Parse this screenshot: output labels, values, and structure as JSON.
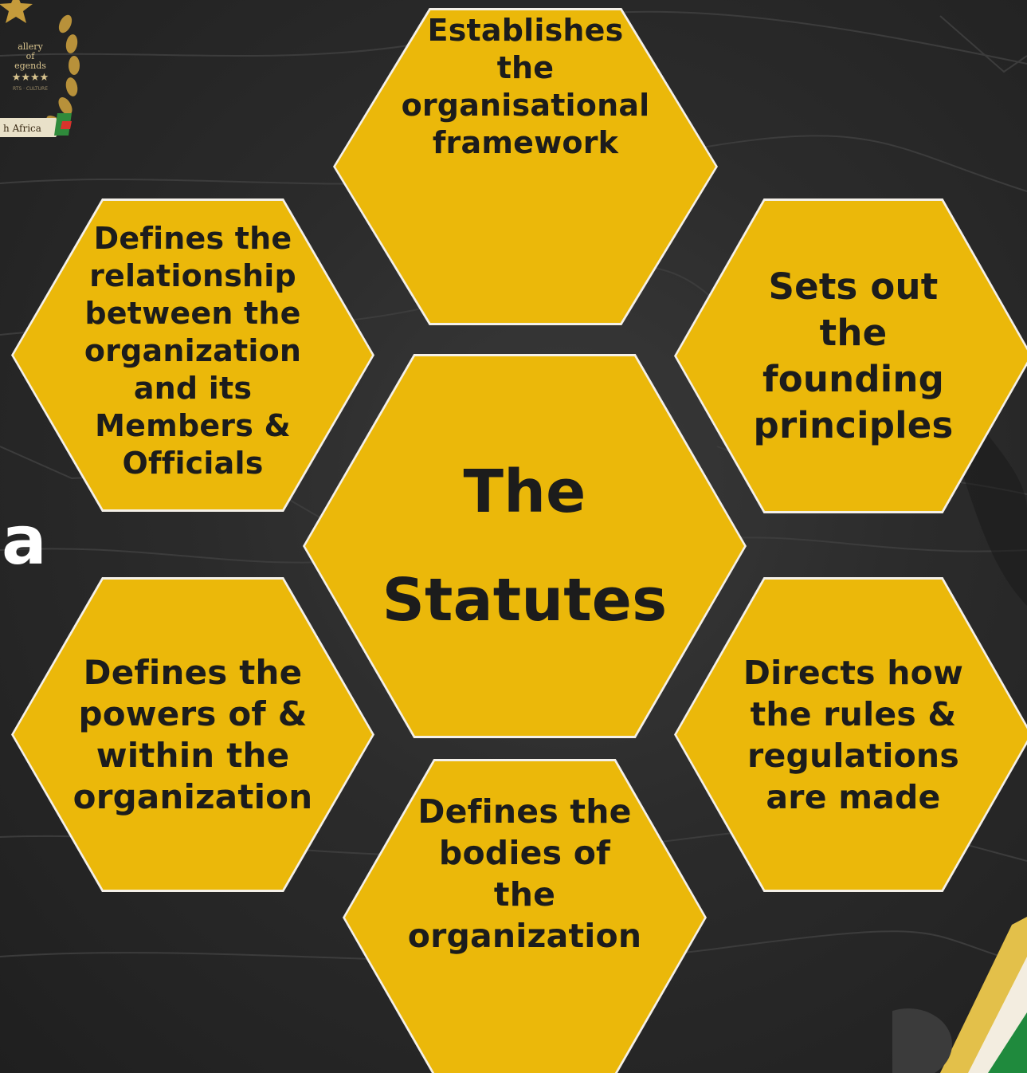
{
  "background": {
    "logo": {
      "lines": [
        "allery",
        "of",
        "egends",
        "★★★★",
        "RTS · CULTURE",
        "h Africa"
      ],
      "stars": "★★★★"
    },
    "side_letter": "a"
  },
  "diagram": {
    "center": {
      "label": "The\nStatutes"
    },
    "hexagons": {
      "top": "Establishes\nthe\norganisational\nframework",
      "top_left": "Defines the\nrelationship\nbetween the\norganization\nand its\nMembers &\nOfficials",
      "top_right": "Sets out\nthe\nfounding\nprinciples",
      "bottom_left": "Defines the\npowers of &\nwithin the\norganization",
      "bottom_right": "Directs how\nthe rules &\nregulations\nare made",
      "bottom": "Defines the\nbodies of\nthe\norganization"
    }
  },
  "colors": {
    "hexagon_fill": "#ebb80a",
    "hexagon_border": "#f4f0e8",
    "text": "#1c1c1c",
    "background": "#2b2b2b"
  }
}
